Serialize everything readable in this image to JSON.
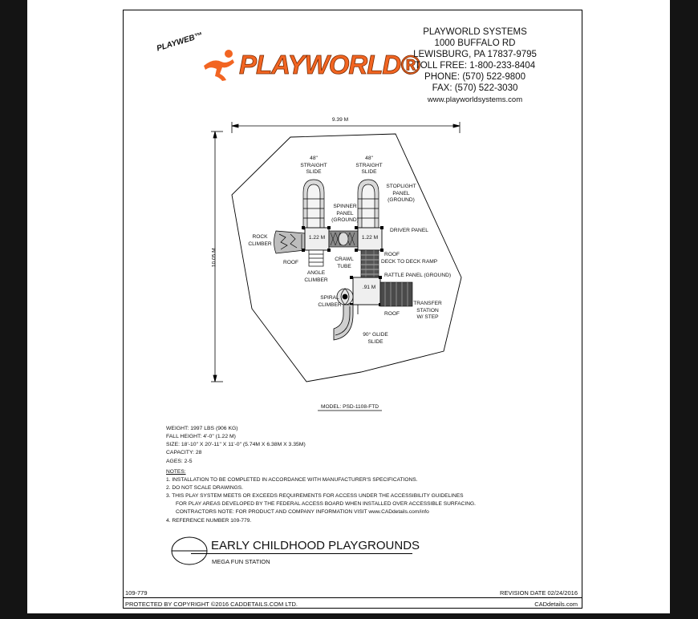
{
  "brand": {
    "playweb_mark": "PLAYWEB™",
    "logo_text": "PLAYWORLD®",
    "orange": "#f26522",
    "name": "PLAYWORLD SYSTEMS",
    "address1": "1000 BUFFALO RD",
    "address2": "LEWISBURG, PA 17837-9795",
    "tollfree": "TOLL FREE: 1-800-233-8404",
    "phone": "PHONE: (570) 522-9800",
    "fax": "FAX: (570) 522-3030",
    "web": "www.playworldsystems.com"
  },
  "plan": {
    "width_dim": "9.39 M",
    "height_dim": "10.05 M",
    "labels": {
      "slide_left": [
        "48\"",
        "STRAIGHT",
        "SLIDE"
      ],
      "slide_right": [
        "48\"",
        "STRAIGHT",
        "SLIDE"
      ],
      "stoplight": [
        "STOPLIGHT",
        "PANEL",
        "(GROUND)"
      ],
      "spinner": [
        "SPINNER",
        "PANEL",
        "(GROUND)"
      ],
      "driver": "DRIVER PANEL",
      "rock": [
        "ROCK",
        "CLIMBER"
      ],
      "height_left": "1.22 M",
      "height_right": "1.22 M",
      "height_lower": ".91 M",
      "roof_left": "ROOF",
      "crawl": [
        "CRAWL",
        "TUBE"
      ],
      "angle": [
        "ANGLE",
        "CLIMBER"
      ],
      "roof_deck": [
        "ROOF",
        "DECK TO DECK RAMP"
      ],
      "rattle": "RATTLE PANEL (GROUND)",
      "spiral": [
        "SPIRAL",
        "CLIMBER"
      ],
      "roof_lower": "ROOF",
      "transfer": [
        "TRANSFER",
        "STATION",
        "W/ STEP"
      ],
      "glide": [
        "90° GLIDE",
        "SLIDE"
      ]
    }
  },
  "model": "MODEL: PSD-1108-FTD",
  "specs": {
    "weight": "WEIGHT: 1997 LBS (906 KG)",
    "fall_height": "FALL HEIGHT: 4'-0\" (1.22 M)",
    "size": "SIZE: 18'-10\" X 20'-11\" X 11'-0\" (5.74M X 6.38M X 3.35M)",
    "capacity": "CAPACITY: 28",
    "ages": "AGES: 2-5"
  },
  "notes": {
    "heading": "NOTES:",
    "n1": "1.  INSTALLATION TO BE COMPLETED IN ACCORDANCE WITH MANUFACTURER'S SPECIFICATIONS.",
    "n2": "2.  DO NOT SCALE DRAWINGS.",
    "n3a": "3.  THIS PLAY SYSTEM MEETS OR EXCEEDS REQUIREMENTS FOR ACCESS UNDER THE ACCESSIBILITY GUIDELINES",
    "n3b": "FOR PLAY AREAS DEVELOPED BY THE FEDERAL ACCESS BOARD WHEN INSTALLED OVER ACCESSIBLE SURFACING.",
    "n3c": "CONTRACTORS NOTE: FOR PRODUCT AND COMPANY INFORMATION VISIT www.CADdetails.com/info",
    "n4": "4.  REFERENCE NUMBER 109-779."
  },
  "title": {
    "main": "EARLY CHILDHOOD PLAYGROUNDS",
    "sub": "MEGA FUN STATION"
  },
  "footer": {
    "ref": "109-779",
    "revision": "REVISION DATE 02/24/2016",
    "copyright": "PROTECTED BY COPYRIGHT ©2016 CADDETAILS.COM LTD.",
    "cad": "CADdetails.com"
  }
}
